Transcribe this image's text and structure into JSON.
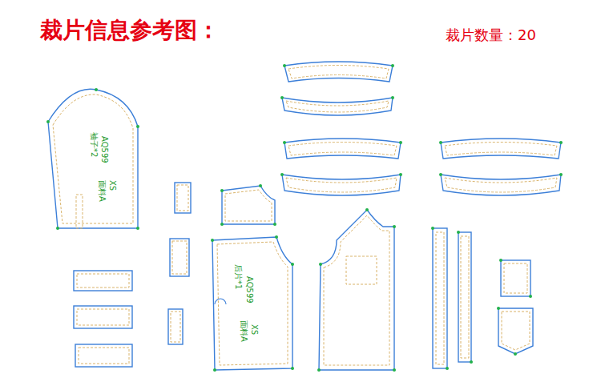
{
  "diagram": {
    "title": "裁片信息参考图：",
    "labels": [
      "裁片数量：20",
      "AQ599",
      "袖子*2",
      "XS",
      "面料A",
      "AQ599",
      "后片*1",
      "XS",
      "面料A"
    ]
  }
}
